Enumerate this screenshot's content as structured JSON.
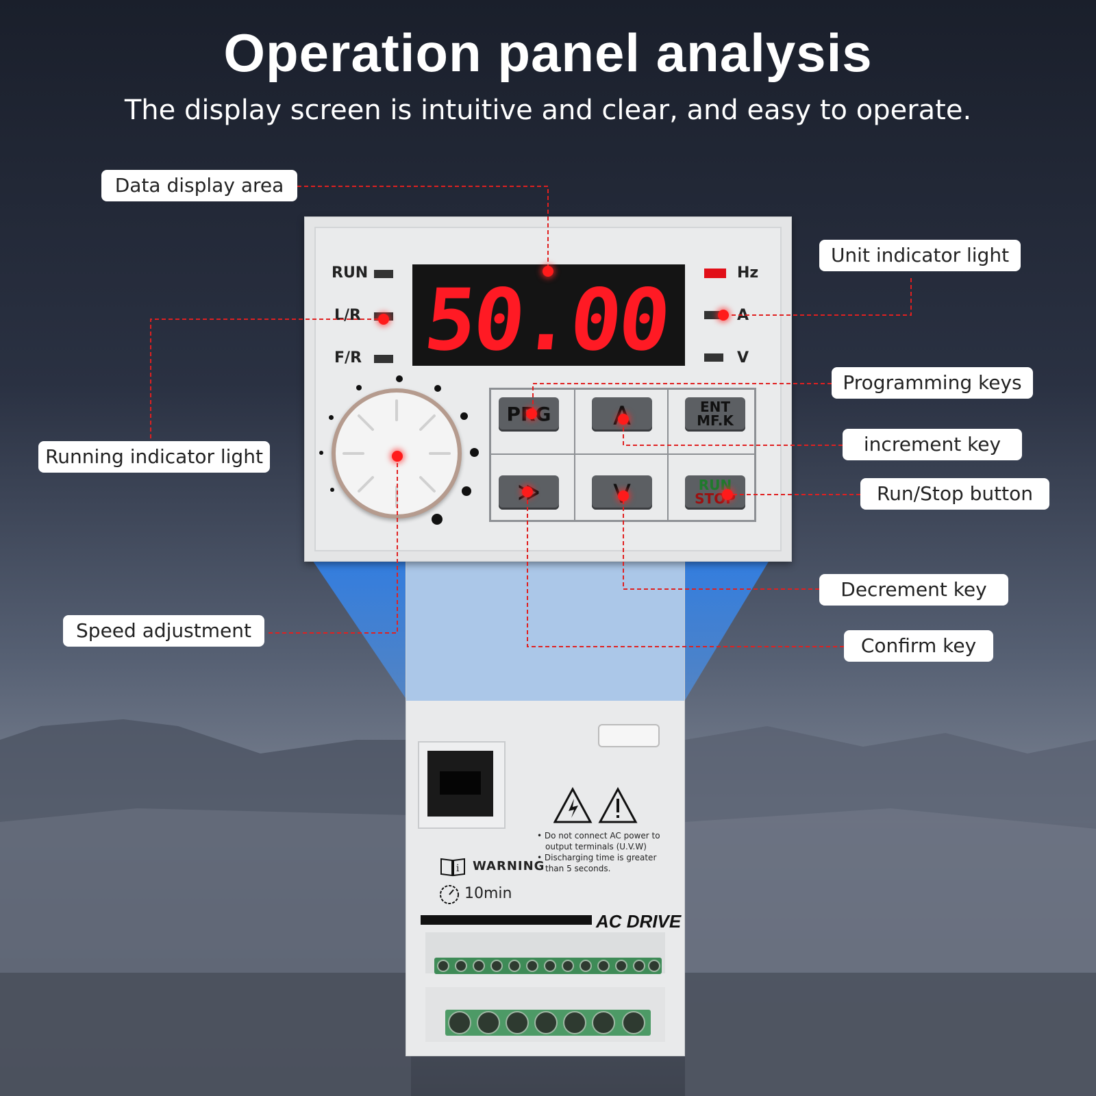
{
  "header": {
    "title": "Operation panel analysis",
    "subtitle": "The display screen is intuitive and clear, and easy to operate."
  },
  "callouts": {
    "data_display": "Data display area",
    "unit_indicator": "Unit indicator light",
    "running_indicator": "Running indicator light",
    "programming_keys": "Programming keys",
    "increment_key": "increment key",
    "run_stop": "Run/Stop button",
    "speed_adjustment": "Speed adjustment",
    "decrement_key": "Decrement key",
    "confirm_key": "Confirm key"
  },
  "panel": {
    "status_labels": [
      "RUN",
      "L/R",
      "F/R"
    ],
    "unit_labels": [
      "Hz",
      "A",
      "V"
    ],
    "display_value": "50.00",
    "keys": {
      "prg": "PRG",
      "up": "⋀",
      "ent_1": "ENT",
      "ent_2": "MF.K",
      "shift": "≫",
      "down": "⋁",
      "run": "RUN",
      "stop": "STOP"
    }
  },
  "drive": {
    "warning_label": "WARNING",
    "warning_time": "10min",
    "warning_note_1a": "Do not connect AC power to",
    "warning_note_1b": "output terminals (U.V.W)",
    "warning_note_2a": "Discharging time is greater",
    "warning_note_2b": "than 5 seconds.",
    "brand_text": "AC DRIVE"
  },
  "colors": {
    "accent_red": "#e10f18",
    "callout_line": "#e02020",
    "display_digits": "#ff1a24"
  }
}
